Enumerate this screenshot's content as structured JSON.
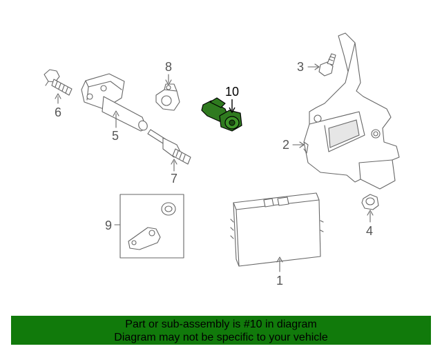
{
  "callouts": {
    "c1": "1",
    "c2": "2",
    "c3": "3",
    "c4": "4",
    "c5": "5",
    "c6": "6",
    "c7": "7",
    "c8": "8",
    "c9": "9",
    "c10": "10"
  },
  "highlight_color": "#2f7a1f",
  "banner": {
    "line1": "Part or sub-assembly is #10 in diagram",
    "line2": "Diagram may not be specific to your vehicle",
    "background": "#117a0b"
  }
}
